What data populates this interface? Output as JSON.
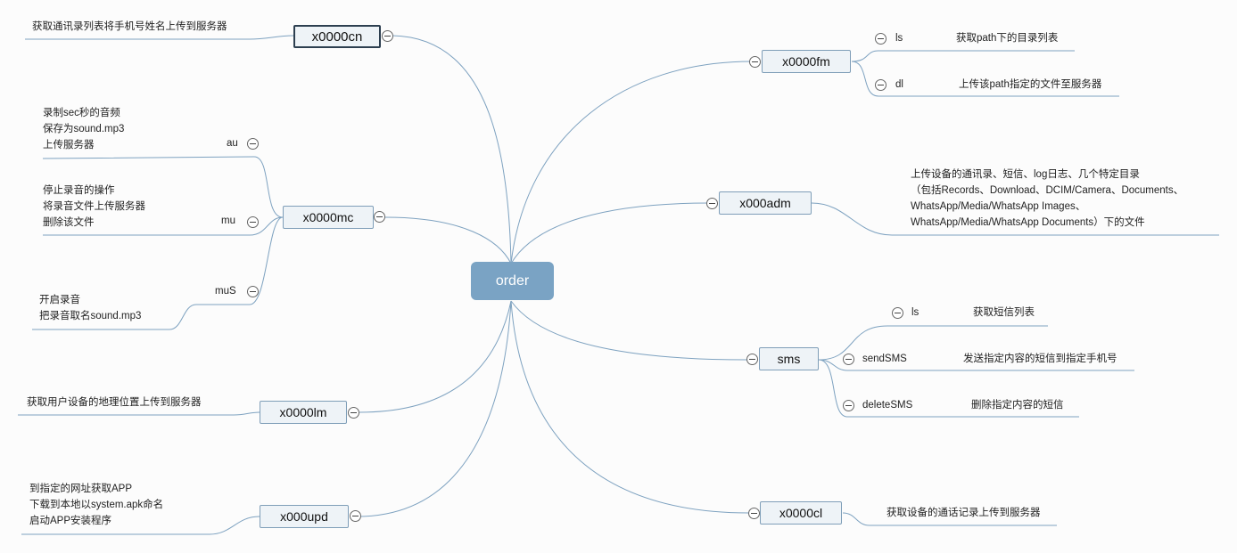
{
  "root": {
    "label": "order"
  },
  "nodes": {
    "x0000cn": {
      "label": "x0000cn",
      "desc": "获取通讯录列表将手机号姓名上传到服务器"
    },
    "x0000mc": {
      "label": "x0000mc",
      "au": {
        "key": "au",
        "lines": [
          "录制sec秒的音频",
          "保存为sound.mp3",
          "上传服务器"
        ]
      },
      "mu": {
        "key": "mu",
        "lines": [
          "停止录音的操作",
          "将录音文件上传服务器",
          "删除该文件"
        ]
      },
      "muS": {
        "key": "muS",
        "lines": [
          "开启录音",
          "把录音取名sound.mp3"
        ]
      }
    },
    "x0000lm": {
      "label": "x0000lm",
      "desc": "获取用户设备的地理位置上传到服务器"
    },
    "x000upd": {
      "label": "x000upd",
      "lines": [
        "到指定的网址获取APP",
        "下载到本地以system.apk命名",
        "启动APP安装程序"
      ]
    },
    "x0000fm": {
      "label": "x0000fm",
      "ls": {
        "key": "ls",
        "desc": "获取path下的目录列表"
      },
      "dl": {
        "key": "dl",
        "desc": "上传该path指定的文件至服务器"
      }
    },
    "x000adm": {
      "label": "x000adm",
      "lines": [
        "上传设备的通讯录、短信、log日志、几个特定目录",
        "（包括Records、Download、DCIM/Camera、Documents、",
        "WhatsApp/Media/WhatsApp Images、",
        "WhatsApp/Media/WhatsApp Documents）下的文件"
      ]
    },
    "sms": {
      "label": "sms",
      "ls": {
        "key": "ls",
        "desc": "获取短信列表"
      },
      "sendSMS": {
        "key": "sendSMS",
        "desc": "发送指定内容的短信到指定手机号"
      },
      "deleteSMS": {
        "key": "deleteSMS",
        "desc": "删除指定内容的短信"
      }
    },
    "x0000cl": {
      "label": "x0000cl",
      "desc": "获取设备的通话记录上传到服务器"
    }
  },
  "colors": {
    "line": "#7ea2c0",
    "root_fill": "#7aa3c4",
    "node_fill": "#eef3f7",
    "node_border": "#7f9eb8"
  }
}
